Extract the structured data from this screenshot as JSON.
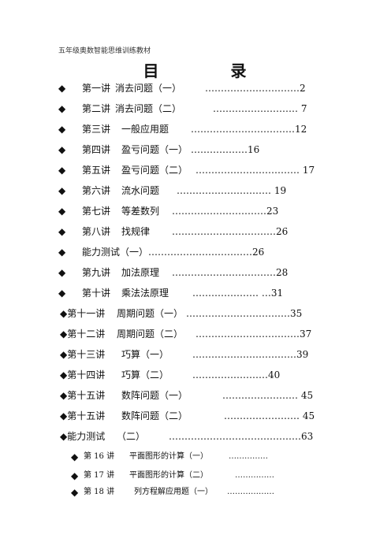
{
  "header": "五年级奥数智能思维训练教材",
  "title": "目 录",
  "bullet": "◆",
  "entries": [
    {
      "lecture": "第一讲",
      "topic": "消去问题（一）",
      "leader": "…………………………2",
      "page": ""
    },
    {
      "lecture": "第二讲",
      "topic": "消去问题（二）",
      "leader": "……………………… 7",
      "page": ""
    },
    {
      "lecture": "第三讲",
      "topic": "一般应用题",
      "leader": "……………………………12",
      "page": ""
    },
    {
      "lecture": "第四讲",
      "topic": "盈亏问题（一）",
      "leader": "………………16",
      "page": ""
    },
    {
      "lecture": "第五讲",
      "topic": "盈亏问题（二）",
      "leader": "…………………………… 17",
      "page": ""
    },
    {
      "lecture": "第六讲",
      "topic": "流水问题",
      "leader": "………………………… 19",
      "page": ""
    },
    {
      "lecture": "第七讲",
      "topic": "等差数列",
      "leader": "…………………………23",
      "page": ""
    },
    {
      "lecture": "第八讲",
      "topic": "找规律",
      "leader": "……………………………26",
      "page": ""
    },
    {
      "lecture": "能力测试（一）",
      "topic": "",
      "leader": "……………………………26",
      "page": ""
    },
    {
      "lecture": "第九讲",
      "topic": "加法原理",
      "leader": "……………………………28",
      "page": ""
    },
    {
      "lecture": "第十讲",
      "topic": "乘法法原理",
      "leader": "………………… …31",
      "page": ""
    },
    {
      "lecture": "第十一讲",
      "topic": "周期问题（一）",
      "leader": "……………………………35",
      "page": ""
    },
    {
      "lecture": "第十二讲",
      "topic": "周期问题（二）",
      "leader": "……………………………37",
      "page": ""
    },
    {
      "lecture": "第十三讲",
      "topic": "巧算（一）",
      "leader": "……………………………39",
      "page": ""
    },
    {
      "lecture": "第十四讲",
      "topic": "巧算（二）",
      "leader": "……………………40",
      "page": ""
    },
    {
      "lecture": "第十五讲",
      "topic": "数阵问题（一）",
      "leader": "…………………… 45",
      "page": ""
    },
    {
      "lecture": "第十五讲",
      "topic": "数阵问题（二）",
      "leader": "…………………… 45",
      "page": ""
    },
    {
      "lecture": "能力测试",
      "topic": "（二）",
      "leader": "……………………………………63",
      "page": ""
    },
    {
      "lecture": "第 16 讲",
      "topic": "平面图形的计算（一）",
      "leader": "……………",
      "page": ""
    },
    {
      "lecture": "第 17 讲",
      "topic": "平面图形的计算（二）",
      "leader": "……………",
      "page": ""
    },
    {
      "lecture": "第 18 讲",
      "topic": "列方程解应用题（一）",
      "leader": "………………",
      "page": ""
    }
  ]
}
